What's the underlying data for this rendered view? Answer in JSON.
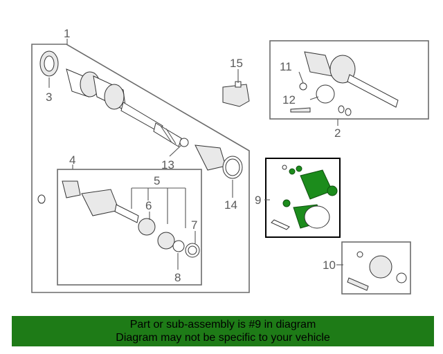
{
  "callouts": {
    "c1": "1",
    "c2": "2",
    "c3": "3",
    "c4": "4",
    "c5": "5",
    "c6": "6",
    "c7": "7",
    "c8": "8",
    "c9": "9",
    "c10": "10",
    "c11": "11",
    "c12": "12",
    "c13": "13",
    "c14": "14",
    "c15": "15"
  },
  "highlight_color": "#1c8c1c",
  "banner": {
    "line1": "Part or sub-assembly is #9 in diagram",
    "line2": "Diagram may not be specific to your vehicle",
    "background": "#1e7b17"
  }
}
